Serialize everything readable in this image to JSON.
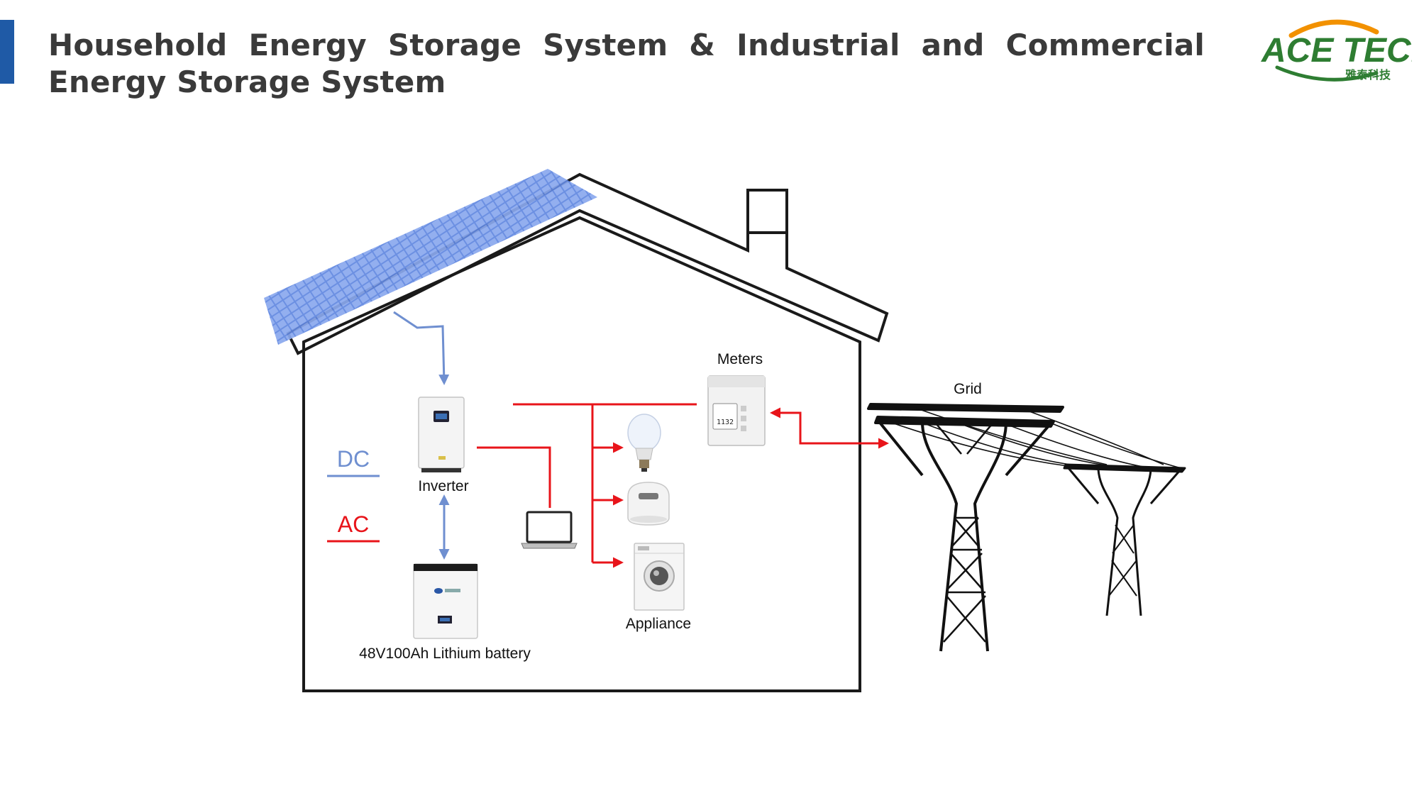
{
  "slide": {
    "title": "Household Energy Storage System & Industrial and Commercial Energy Storage System"
  },
  "logo": {
    "name": "ACE TECH",
    "subtitle": "雅泰科技",
    "color_green": "#2e7d32",
    "color_orange": "#f29100"
  },
  "diagram": {
    "labels": {
      "meters": "Meters",
      "grid": "Grid",
      "inverter": "Inverter",
      "battery": "48V100Ah Lithium battery",
      "appliance": "Appliance"
    },
    "legend": {
      "dc": "DC",
      "ac": "AC"
    },
    "colors": {
      "dc_line": "#6f8fd0",
      "ac_line": "#e8141a",
      "house_outline": "#1a1a1a"
    },
    "devices": {
      "meter_display": "1132"
    }
  }
}
